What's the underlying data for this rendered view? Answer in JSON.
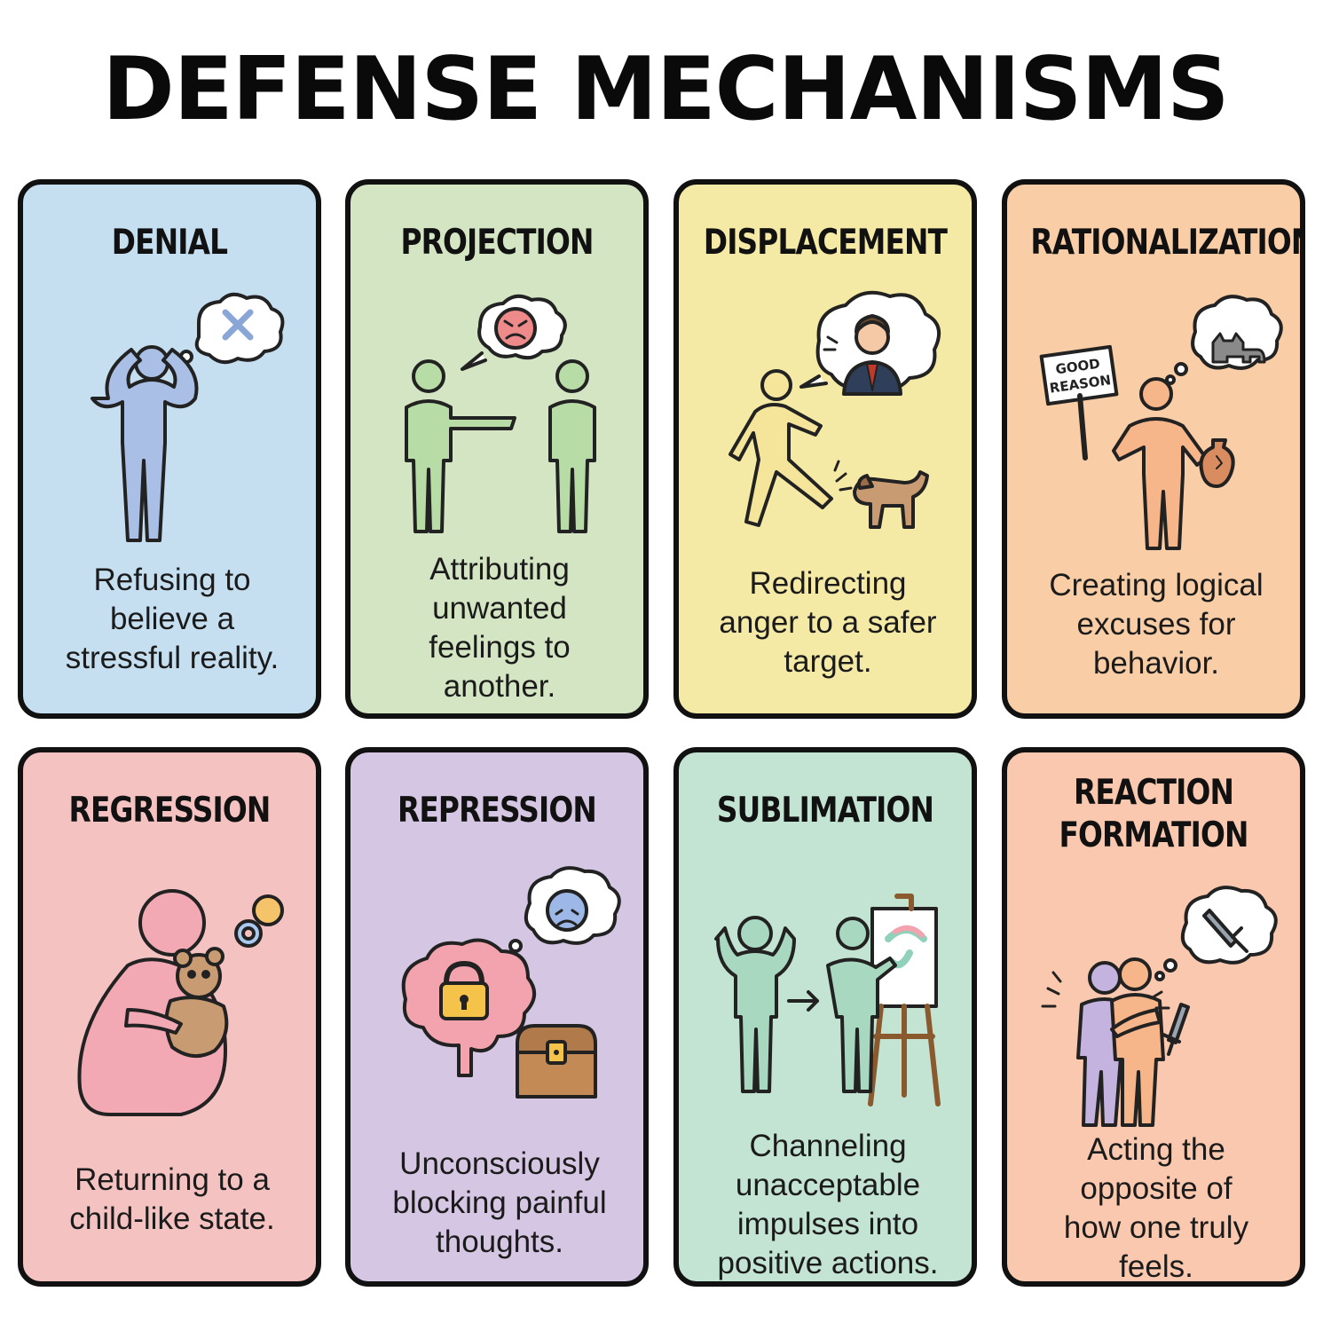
{
  "title": "DEFENSE MECHANISMS",
  "cards": [
    {
      "id": "denial",
      "title_lines": [
        "DENIAL"
      ],
      "description_lines": [
        "Refusing to",
        "believe a",
        "stressful reality."
      ],
      "bg": "#c5dff0"
    },
    {
      "id": "projection",
      "title_lines": [
        "PROJECTION"
      ],
      "description_lines": [
        "Attributing",
        "unwanted",
        "feelings to",
        "another."
      ],
      "bg": "#d3e5c2"
    },
    {
      "id": "displacement",
      "title_lines": [
        "DISPLACEMENT"
      ],
      "description_lines": [
        "Redirecting",
        "anger to a safer",
        "target."
      ],
      "bg": "#f5eaa5"
    },
    {
      "id": "rationalization",
      "title_lines": [
        "RATIONALIZATION"
      ],
      "description_lines": [
        "Creating logical",
        "excuses for",
        "behavior."
      ],
      "bg": "#f9cda5",
      "sign_lines": [
        "GOOD",
        "REASON"
      ]
    },
    {
      "id": "regression",
      "title_lines": [
        "REGRESSION"
      ],
      "description_lines": [
        "Returning to a",
        "child-like state."
      ],
      "bg": "#f5c2c2"
    },
    {
      "id": "repression",
      "title_lines": [
        "REPRESSION"
      ],
      "description_lines": [
        "Unconsciously",
        "blocking painful",
        "thoughts."
      ],
      "bg": "#d5c6e3"
    },
    {
      "id": "sublimation",
      "title_lines": [
        "SUBLIMATION"
      ],
      "description_lines": [
        "Channeling",
        "unacceptable",
        "impulses into",
        "positive actions."
      ],
      "bg": "#c3e3d3"
    },
    {
      "id": "reaction-formation",
      "title_lines": [
        "REACTION",
        "FORMATION"
      ],
      "description_lines": [
        "Acting the",
        "opposite of",
        "how one truly",
        "feels."
      ],
      "bg": "#f9c8ae"
    }
  ]
}
